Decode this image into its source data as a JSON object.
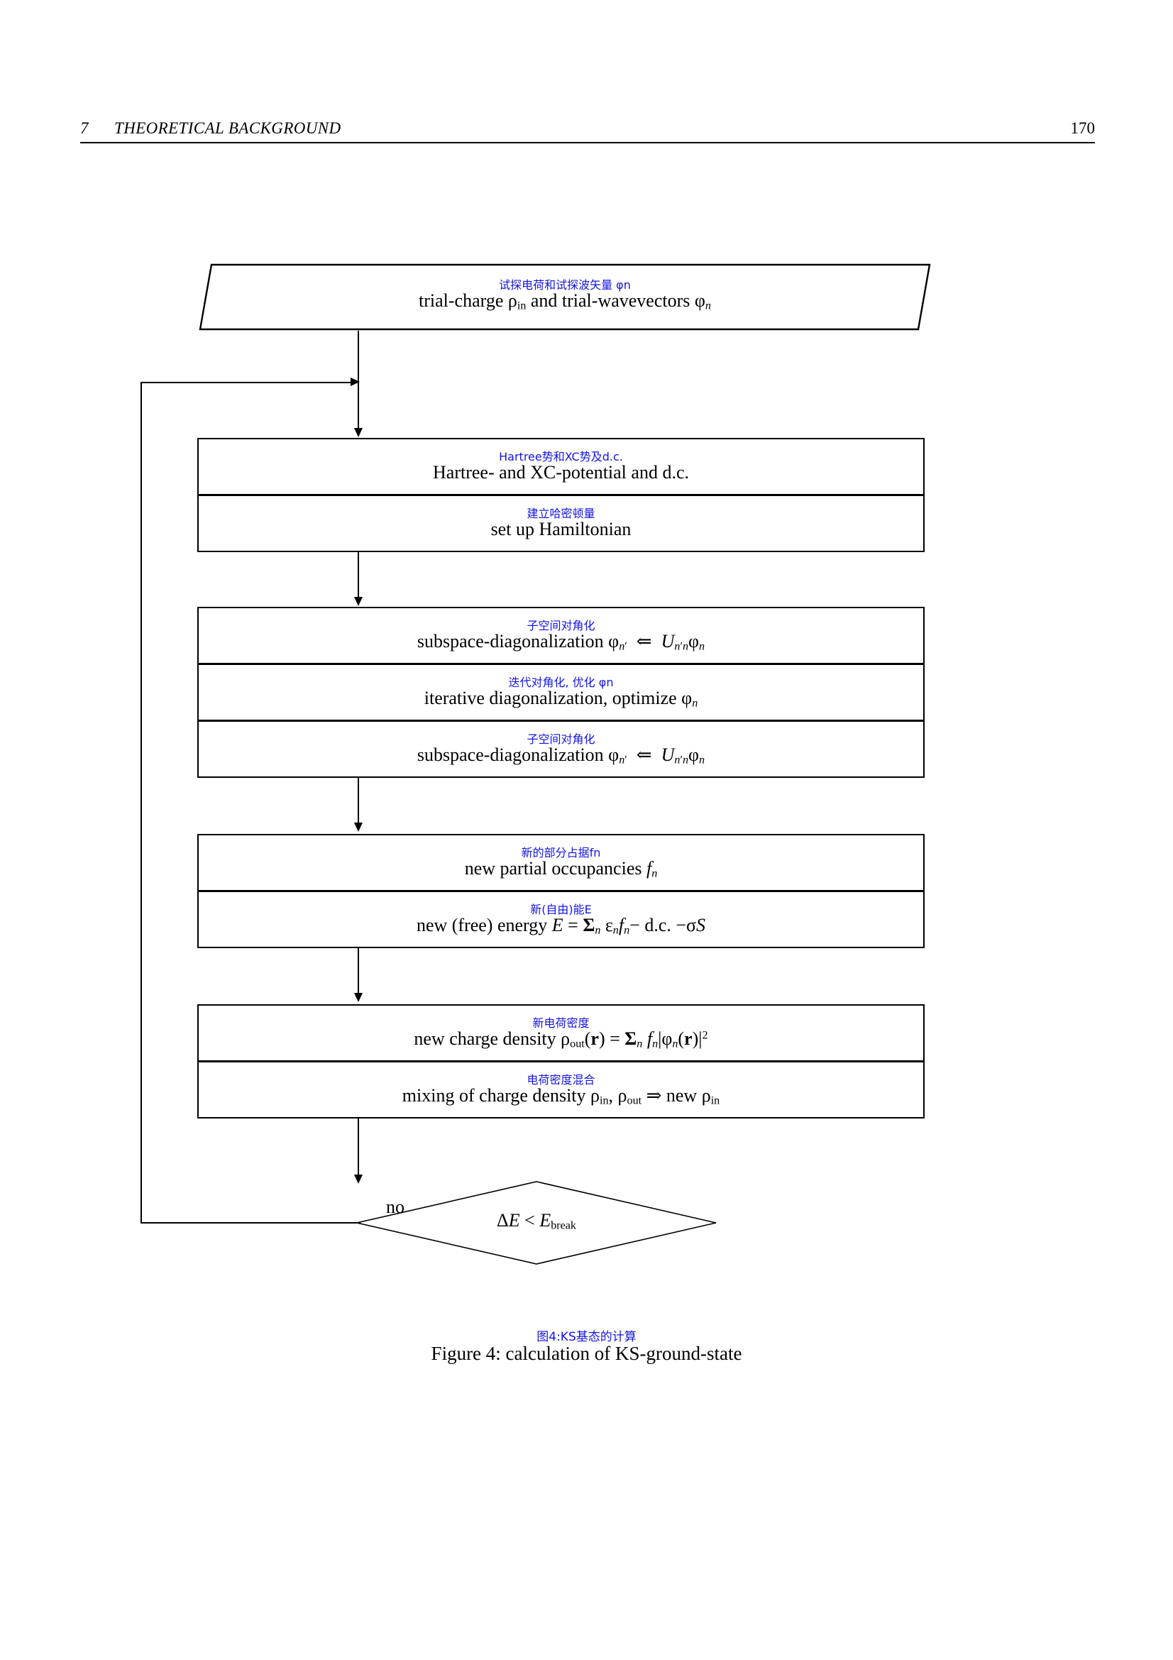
{
  "page_header": {
    "section_number": "7",
    "section_title": "THEORETICAL BACKGROUND",
    "page_number": "170"
  },
  "flowchart": {
    "start": {
      "shape": "parallelogram",
      "annotation_zh": "试探电荷和试探波矢量 φn",
      "label_en_html": "trial-charge &rho;<sub class=\"rm\">in</sub> and trial-wavevectors &phi;<sub><i>n</i></sub>",
      "label_en_text": "trial-charge ρin and trial-wavevectors φn"
    },
    "boxes": [
      {
        "id": "box-potential",
        "rows": [
          {
            "annotation_zh": "Hartree势和XC势及d.c.",
            "label_en_html": "Hartree- and XC-potential and d.c.",
            "label_en_text": "Hartree- and XC-potential and d.c."
          },
          {
            "annotation_zh": "建立哈密顿量",
            "label_en_html": "set up Hamiltonian",
            "label_en_text": "set up Hamiltonian"
          }
        ]
      },
      {
        "id": "box-diag",
        "rows": [
          {
            "annotation_zh": "子空间对角化",
            "label_en_html": "subspace-diagonalization &phi;<sub><i>n</i>&prime;</sub> &nbsp;&#8656;&nbsp; <i>U</i><sub><i>n</i>&prime;<i>n</i></sub>&phi;<sub><i>n</i></sub>",
            "label_en_text": "subspace-diagonalization φn′ ⇐ Un′nφn"
          },
          {
            "annotation_zh": "迭代对角化, 优化 φn",
            "label_en_html": "iterative diagonalization, optimize &phi;<sub><i>n</i></sub>",
            "label_en_text": "iterative diagonalization, optimize φn"
          },
          {
            "annotation_zh": "子空间对角化",
            "label_en_html": "subspace-diagonalization &phi;<sub><i>n</i>&prime;</sub> &nbsp;&#8656;&nbsp; <i>U</i><sub><i>n</i>&prime;<i>n</i></sub>&phi;<sub><i>n</i></sub>",
            "label_en_text": "subspace-diagonalization φn′ ⇐ Un′nφn"
          }
        ]
      },
      {
        "id": "box-occupancy",
        "rows": [
          {
            "annotation_zh": "新的部分占据fn",
            "label_en_html": "new partial occupancies <i>f</i><sub><i>n</i></sub>",
            "label_en_text": "new partial occupancies fn"
          },
          {
            "annotation_zh": "新(自由)能E",
            "label_en_html": "new (free) energy <i>E</i> = <span class=\"bsum\">&Sigma;</span><sub><i>n</i></sub> &epsilon;<sub><i>n</i></sub><i>f</i><sub><i>n</i></sub>&minus; d.c. &minus;&sigma;<i>S</i>",
            "label_en_text": "new (free) energy E = Σn εnfn− d.c. −σS"
          }
        ]
      },
      {
        "id": "box-density",
        "rows": [
          {
            "annotation_zh": "新电荷密度",
            "label_en_html": "new charge density &rho;<sub class=\"rm\">out</sub>(<b>r</b>) = <span class=\"bsum\">&Sigma;</span><sub><i>n</i></sub> <i>f</i><sub><i>n</i></sub>|&phi;<sub><i>n</i></sub>(<b>r</b>)|<sup>2</sup>",
            "label_en_text": "new charge density ρout(r) = Σn fn|φn(r)|2"
          },
          {
            "annotation_zh": "电荷密度混合",
            "label_en_html": "mixing of charge density &rho;<sub class=\"rm\">in</sub>, &rho;<sub class=\"rm\">out</sub> &rArr; new &rho;<sub class=\"rm\">in</sub>",
            "label_en_text": "mixing of charge density ρin, ρout ⇒ new ρin"
          }
        ]
      }
    ],
    "decision": {
      "shape": "diamond",
      "label_en_html": "&Delta;<i>E</i> &lt; <i>E</i><sub class=\"rm\">break</sub>",
      "label_en_text": "ΔE < Ebreak"
    },
    "loop_label": "no"
  },
  "caption": {
    "annotation_zh": "图4:KS基态的计算",
    "text_en": "Figure 4: calculation of KS-ground-state"
  },
  "colors": {
    "annotation_blue": "#1414e6",
    "ink_black": "#000000",
    "page_background": "#ffffff"
  }
}
